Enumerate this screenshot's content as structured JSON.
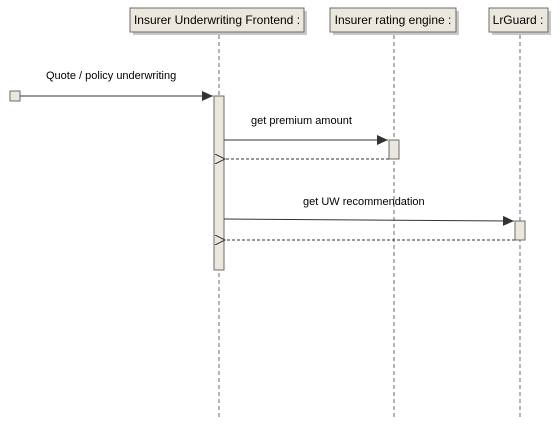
{
  "diagram": {
    "lifelines": [
      {
        "label": "Insurer Underwriting Frontend :"
      },
      {
        "label": "Insurer rating engine :"
      },
      {
        "label": "LrGuard :"
      }
    ],
    "messages": [
      {
        "label": "Quote / policy underwriting"
      },
      {
        "label": "get premium amount"
      },
      {
        "label": "get UW recommendation"
      }
    ]
  },
  "colors": {
    "header_fill": "#ebe7dd",
    "header_border": "#6b6b6b",
    "activation_fill": "#ebe7dd",
    "activation_border": "#6b6b6b",
    "lifeline_dash": "#6b6b6b",
    "arrow": "#333333",
    "header_shadow": "#c8c8c8"
  }
}
